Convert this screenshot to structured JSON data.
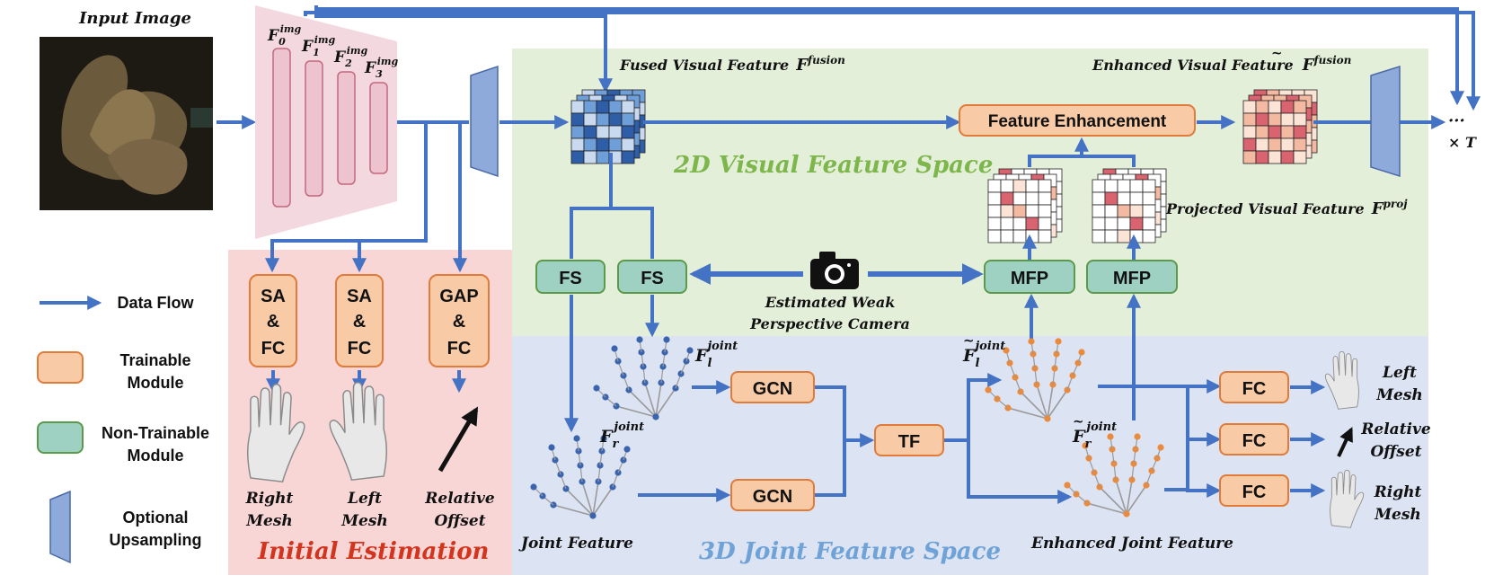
{
  "input_image_title": "Input Image",
  "backbone": {
    "f0": "F",
    "f0_sub": "0",
    "f0_sup": "img",
    "f1": "F",
    "f1_sub": "1",
    "f1_sup": "img",
    "f2": "F",
    "f2_sub": "2",
    "f2_sup": "img",
    "f3": "F",
    "f3_sub": "3",
    "f3_sup": "img"
  },
  "regions": {
    "space_2d": "2D Visual Feature Space",
    "space_3d": "3D Joint Feature Space",
    "initial": "Initial Estimation"
  },
  "labels": {
    "fused_feature": "Fused Visual Feature",
    "fused_sym": "F",
    "fused_sup": "fusion",
    "enhanced_feature": "Enhanced Visual Feature",
    "enhanced_sym": "F",
    "enhanced_tilde": "~",
    "enhanced_sup": "fusion",
    "projected_feature": "Projected Visual Feature",
    "projected_sym": "F",
    "projected_sup": "proj",
    "camera_line1": "Estimated Weak",
    "camera_line2": "Perspective Camera",
    "joint_feature": "Joint Feature",
    "enhanced_joint": "Enhanced Joint  Feature",
    "flj_sym": "F",
    "flj_sub": "l",
    "flj_sup": "joint",
    "frj_sym": "F",
    "frj_sub": "r",
    "frj_sup": "joint",
    "tflj_sym": "F",
    "tflj_sub": "l",
    "tflj_sup": "joint",
    "tfrj_sym": "F",
    "tfrj_sub": "r",
    "tfrj_sup": "joint",
    "dots": "···",
    "times_t": "× T"
  },
  "modules": {
    "feature_enhancement": "Feature Enhancement",
    "fs": "FS",
    "mfp": "MFP",
    "gcn": "GCN",
    "tf": "TF",
    "fc": "FC",
    "sa1": "SA",
    "amp1": "&",
    "fc1": "FC",
    "sa2": "SA",
    "amp2": "&",
    "fc2": "FC",
    "gap": "GAP",
    "amp3": "&",
    "fc3": "FC"
  },
  "initial_outputs": {
    "right_mesh_1": "Right",
    "right_mesh_2": "Mesh",
    "left_mesh_1": "Left",
    "left_mesh_2": "Mesh",
    "rel_offset_1": "Relative",
    "rel_offset_2": "Offset"
  },
  "final_outputs": {
    "left_mesh_1": "Left",
    "left_mesh_2": "Mesh",
    "rel_offset_1": "Relative",
    "rel_offset_2": "Offset",
    "right_mesh_1": "Right",
    "right_mesh_2": "Mesh"
  },
  "legend": {
    "data_flow": "Data Flow",
    "trainable_1": "Trainable",
    "trainable_2": "Module",
    "nontrainable_1": "Non-Trainable",
    "nontrainable_2": "Module",
    "optional_1": "Optional",
    "optional_2": "Upsampling"
  },
  "colors": {
    "arrow": "#4472c4",
    "trainable_fill": "#f8caa6",
    "trainable_stroke": "#e07b39",
    "nontrainable_fill": "#9fd1c3",
    "nontrainable_stroke": "#5a9a4a",
    "region_2d": "#e4efd9",
    "region_3d": "#dce3f3",
    "region_init": "#f9d6d6",
    "backbone": "#f3d9df",
    "upsample": "#8eaadb",
    "joint_blue": "#3a64ad",
    "joint_orange": "#ec8a3c"
  }
}
